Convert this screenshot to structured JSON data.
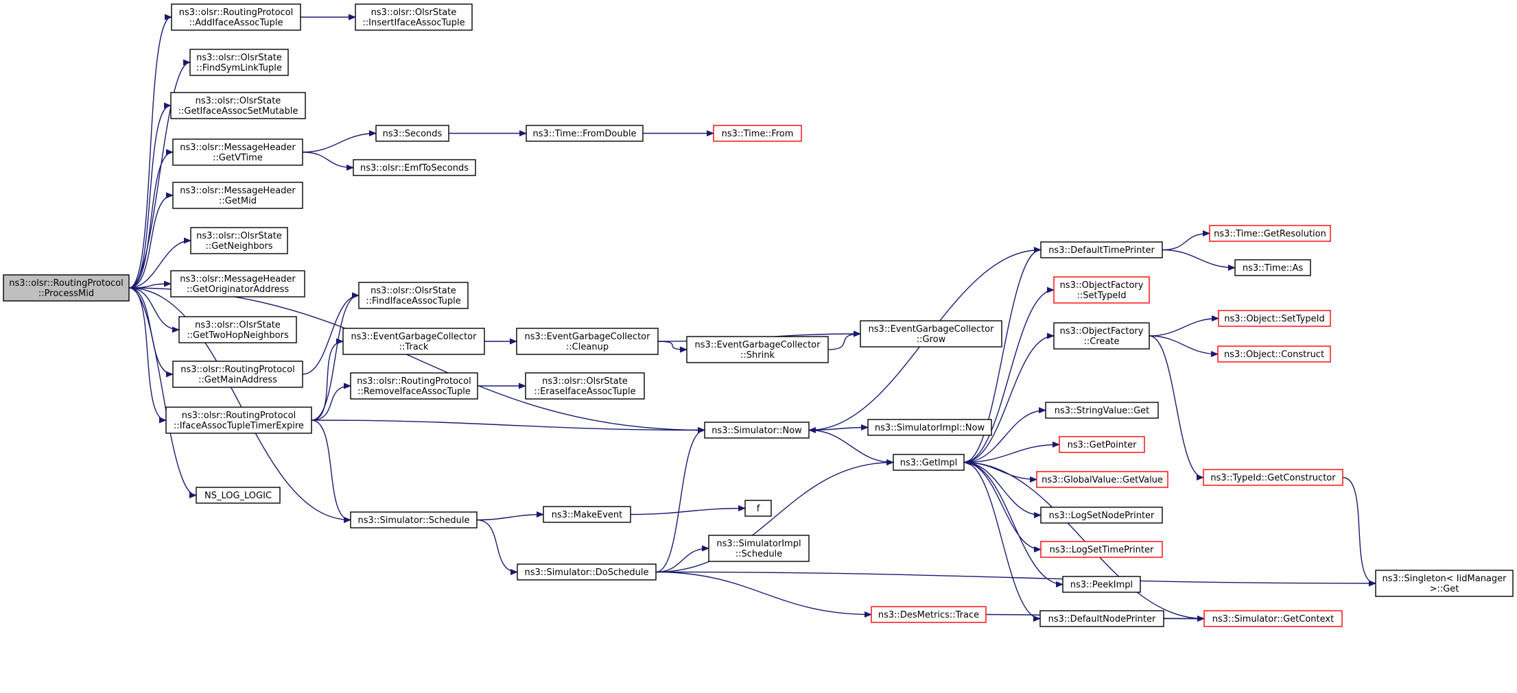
{
  "colors": {
    "edge": "#191970",
    "node_border": "#000000",
    "node_fill": "#ffffff",
    "root_fill": "#bfbfbf",
    "truncated_border": "#ff0000"
  },
  "nodes": {
    "root": {
      "lines": [
        "ns3::olsr::RoutingProtocol",
        "::ProcessMid"
      ],
      "kind": "root"
    },
    "addIface": {
      "lines": [
        "ns3::olsr::RoutingProtocol",
        "::AddIfaceAssocTuple"
      ],
      "kind": "normal"
    },
    "insIface": {
      "lines": [
        "ns3::olsr::OlsrState",
        "::InsertIfaceAssocTuple"
      ],
      "kind": "normal"
    },
    "findSym": {
      "lines": [
        "ns3::olsr::OlsrState",
        "::FindSymLinkTuple"
      ],
      "kind": "normal"
    },
    "getIfaceSet": {
      "lines": [
        "ns3::olsr::OlsrState",
        "::GetIfaceAssocSetMutable"
      ],
      "kind": "normal"
    },
    "getVTime": {
      "lines": [
        "ns3::olsr::MessageHeader",
        "::GetVTime"
      ],
      "kind": "normal"
    },
    "seconds": {
      "lines": [
        "ns3::Seconds"
      ],
      "kind": "normal"
    },
    "fromDouble": {
      "lines": [
        "ns3::Time::FromDouble"
      ],
      "kind": "normal"
    },
    "timeFrom": {
      "lines": [
        "ns3::Time::From"
      ],
      "kind": "truncated"
    },
    "emf": {
      "lines": [
        "ns3::olsr::EmfToSeconds"
      ],
      "kind": "normal"
    },
    "getMid": {
      "lines": [
        "ns3::olsr::MessageHeader",
        "::GetMid"
      ],
      "kind": "normal"
    },
    "getNeigh": {
      "lines": [
        "ns3::olsr::OlsrState",
        "::GetNeighbors"
      ],
      "kind": "normal"
    },
    "getOrig": {
      "lines": [
        "ns3::olsr::MessageHeader",
        "::GetOriginatorAddress"
      ],
      "kind": "normal"
    },
    "getTwoHop": {
      "lines": [
        "ns3::olsr::OlsrState",
        "::GetTwoHopNeighbors"
      ],
      "kind": "normal"
    },
    "getMain": {
      "lines": [
        "ns3::olsr::RoutingProtocol",
        "::GetMainAddress"
      ],
      "kind": "normal"
    },
    "ifaceExpire": {
      "lines": [
        "ns3::olsr::RoutingProtocol",
        "::IfaceAssocTupleTimerExpire"
      ],
      "kind": "normal"
    },
    "nsLog": {
      "lines": [
        "NS_LOG_LOGIC"
      ],
      "kind": "normal"
    },
    "findIface": {
      "lines": [
        "ns3::olsr::OlsrState",
        "::FindIfaceAssocTuple"
      ],
      "kind": "normal"
    },
    "egcTrack": {
      "lines": [
        "ns3::EventGarbageCollector",
        "::Track"
      ],
      "kind": "normal"
    },
    "egcCleanup": {
      "lines": [
        "ns3::EventGarbageCollector",
        "::Cleanup"
      ],
      "kind": "normal"
    },
    "egcShrink": {
      "lines": [
        "ns3::EventGarbageCollector",
        "::Shrink"
      ],
      "kind": "normal"
    },
    "egcGrow": {
      "lines": [
        "ns3::EventGarbageCollector",
        "::Grow"
      ],
      "kind": "normal"
    },
    "removeIface": {
      "lines": [
        "ns3::olsr::RoutingProtocol",
        "::RemoveIfaceAssocTuple"
      ],
      "kind": "normal"
    },
    "eraseIface": {
      "lines": [
        "ns3::olsr::OlsrState",
        "::EraseIfaceAssocTuple"
      ],
      "kind": "normal"
    },
    "simNow": {
      "lines": [
        "ns3::Simulator::Now"
      ],
      "kind": "normal"
    },
    "simImplNow": {
      "lines": [
        "ns3::SimulatorImpl::Now"
      ],
      "kind": "normal"
    },
    "getImpl": {
      "lines": [
        "ns3::GetImpl"
      ],
      "kind": "normal"
    },
    "simSchedule": {
      "lines": [
        "ns3::Simulator::Schedule"
      ],
      "kind": "normal"
    },
    "makeEvent": {
      "lines": [
        "ns3::MakeEvent"
      ],
      "kind": "normal"
    },
    "f": {
      "lines": [
        "f"
      ],
      "kind": "normal"
    },
    "doSchedule": {
      "lines": [
        "ns3::Simulator::DoSchedule"
      ],
      "kind": "normal"
    },
    "implSchedule": {
      "lines": [
        "ns3::SimulatorImpl",
        "::Schedule"
      ],
      "kind": "normal"
    },
    "desTrace": {
      "lines": [
        "ns3::DesMetrics::Trace"
      ],
      "kind": "truncated"
    },
    "defTimePr": {
      "lines": [
        "ns3::DefaultTimePrinter"
      ],
      "kind": "normal"
    },
    "getRes": {
      "lines": [
        "ns3::Time::GetResolution"
      ],
      "kind": "truncated"
    },
    "timeAs": {
      "lines": [
        "ns3::Time::As"
      ],
      "kind": "normal"
    },
    "ofSetTypeId": {
      "lines": [
        "ns3::ObjectFactory",
        "::SetTypeId"
      ],
      "kind": "truncated"
    },
    "ofCreate": {
      "lines": [
        "ns3::ObjectFactory",
        "::Create"
      ],
      "kind": "normal"
    },
    "objSetTypeId": {
      "lines": [
        "ns3::Object::SetTypeId"
      ],
      "kind": "truncated"
    },
    "objConstruct": {
      "lines": [
        "ns3::Object::Construct"
      ],
      "kind": "truncated"
    },
    "strGet": {
      "lines": [
        "ns3::StringValue::Get"
      ],
      "kind": "normal"
    },
    "getPointer": {
      "lines": [
        "ns3::GetPointer"
      ],
      "kind": "truncated"
    },
    "gvGet": {
      "lines": [
        "ns3::GlobalValue::GetValue"
      ],
      "kind": "truncated"
    },
    "typeIdCtor": {
      "lines": [
        "ns3::TypeId::GetConstructor"
      ],
      "kind": "truncated"
    },
    "logSetNode": {
      "lines": [
        "ns3::LogSetNodePrinter"
      ],
      "kind": "normal"
    },
    "logSetTime": {
      "lines": [
        "ns3::LogSetTimePrinter"
      ],
      "kind": "truncated"
    },
    "peekImpl": {
      "lines": [
        "ns3::PeekImpl"
      ],
      "kind": "normal"
    },
    "defNodePr": {
      "lines": [
        "ns3::DefaultNodePrinter"
      ],
      "kind": "normal"
    },
    "getContext": {
      "lines": [
        "ns3::Simulator::GetContext"
      ],
      "kind": "truncated"
    },
    "singleton": {
      "lines": [
        "ns3::Singleton< IidManager",
        " >::Get"
      ],
      "kind": "normal"
    }
  },
  "edges": [
    [
      "root",
      "addIface"
    ],
    [
      "addIface",
      "insIface"
    ],
    [
      "root",
      "findSym"
    ],
    [
      "root",
      "getIfaceSet"
    ],
    [
      "root",
      "getVTime"
    ],
    [
      "getVTime",
      "seconds"
    ],
    [
      "getVTime",
      "emf"
    ],
    [
      "seconds",
      "fromDouble"
    ],
    [
      "fromDouble",
      "timeFrom"
    ],
    [
      "root",
      "getMid"
    ],
    [
      "root",
      "getNeigh"
    ],
    [
      "root",
      "getOrig"
    ],
    [
      "root",
      "getTwoHop"
    ],
    [
      "root",
      "getMain"
    ],
    [
      "root",
      "ifaceExpire"
    ],
    [
      "root",
      "nsLog"
    ],
    [
      "root",
      "simNow"
    ],
    [
      "root",
      "simSchedule"
    ],
    [
      "getMain",
      "findIface"
    ],
    [
      "ifaceExpire",
      "findIface"
    ],
    [
      "ifaceExpire",
      "egcTrack"
    ],
    [
      "ifaceExpire",
      "removeIface"
    ],
    [
      "ifaceExpire",
      "simNow"
    ],
    [
      "ifaceExpire",
      "simSchedule"
    ],
    [
      "egcTrack",
      "egcCleanup"
    ],
    [
      "egcCleanup",
      "egcShrink"
    ],
    [
      "egcCleanup",
      "egcGrow"
    ],
    [
      "egcShrink",
      "egcGrow"
    ],
    [
      "removeIface",
      "eraseIface"
    ],
    [
      "simNow",
      "simImplNow"
    ],
    [
      "simNow",
      "getImpl"
    ],
    [
      "simSchedule",
      "makeEvent"
    ],
    [
      "simSchedule",
      "doSchedule"
    ],
    [
      "makeEvent",
      "f"
    ],
    [
      "doSchedule",
      "simNow"
    ],
    [
      "doSchedule",
      "implSchedule"
    ],
    [
      "doSchedule",
      "getImpl"
    ],
    [
      "doSchedule",
      "desTrace"
    ],
    [
      "doSchedule",
      "singleton"
    ],
    [
      "getImpl",
      "defTimePr"
    ],
    [
      "getImpl",
      "ofSetTypeId"
    ],
    [
      "getImpl",
      "ofCreate"
    ],
    [
      "getImpl",
      "strGet"
    ],
    [
      "getImpl",
      "getPointer"
    ],
    [
      "getImpl",
      "gvGet"
    ],
    [
      "getImpl",
      "logSetNode"
    ],
    [
      "getImpl",
      "logSetTime"
    ],
    [
      "getImpl",
      "peekImpl"
    ],
    [
      "getImpl",
      "defNodePr"
    ],
    [
      "defTimePr",
      "simNow"
    ],
    [
      "defTimePr",
      "getRes"
    ],
    [
      "defTimePr",
      "timeAs"
    ],
    [
      "ofCreate",
      "objSetTypeId"
    ],
    [
      "ofCreate",
      "objConstruct"
    ],
    [
      "ofCreate",
      "typeIdCtor"
    ],
    [
      "typeIdCtor",
      "singleton"
    ],
    [
      "defNodePr",
      "getContext"
    ],
    [
      "desTrace",
      "getContext"
    ],
    [
      "getContext",
      "getImpl"
    ]
  ]
}
